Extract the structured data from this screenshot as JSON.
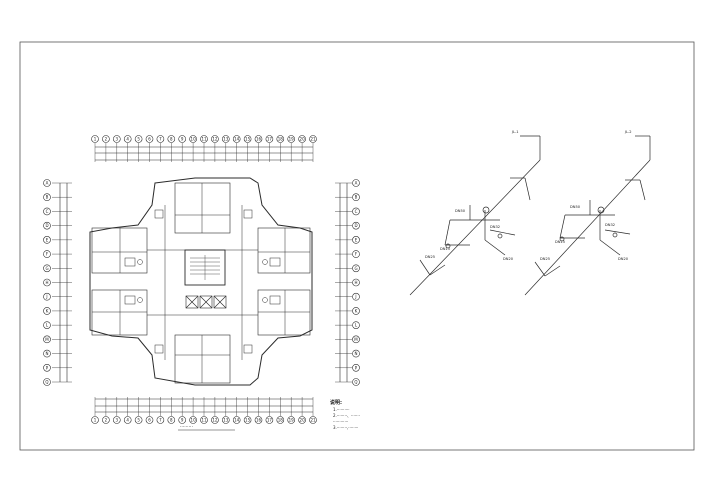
{
  "drawing": {
    "plan_caption": "·········",
    "notes": {
      "heading": "说明:",
      "lines": [
        "1.··········",
        "2.········、·······",
        "  ············",
        "3.········,········"
      ]
    },
    "grid_bubbles_top": [
      "1",
      "2",
      "3",
      "4",
      "5",
      "6",
      "7",
      "8",
      "9",
      "10",
      "11",
      "12",
      "13",
      "14",
      "15",
      "16",
      "17",
      "18",
      "19",
      "20",
      "21"
    ],
    "grid_bubbles_side": [
      "A",
      "B",
      "C",
      "D",
      "E",
      "F",
      "G",
      "H",
      "J",
      "K",
      "L",
      "M",
      "N",
      "P",
      "Q"
    ],
    "iso_labels_left": [
      "JL-1",
      "DN50",
      "DN32",
      "DN25",
      "DN20",
      "DN15"
    ],
    "iso_labels_right": [
      "JL-2",
      "DN50",
      "DN32",
      "DN25",
      "DN20",
      "DN15"
    ]
  },
  "colors": {
    "line": "#2b2b2b",
    "paper": "#ffffff",
    "frame": "#555555"
  }
}
